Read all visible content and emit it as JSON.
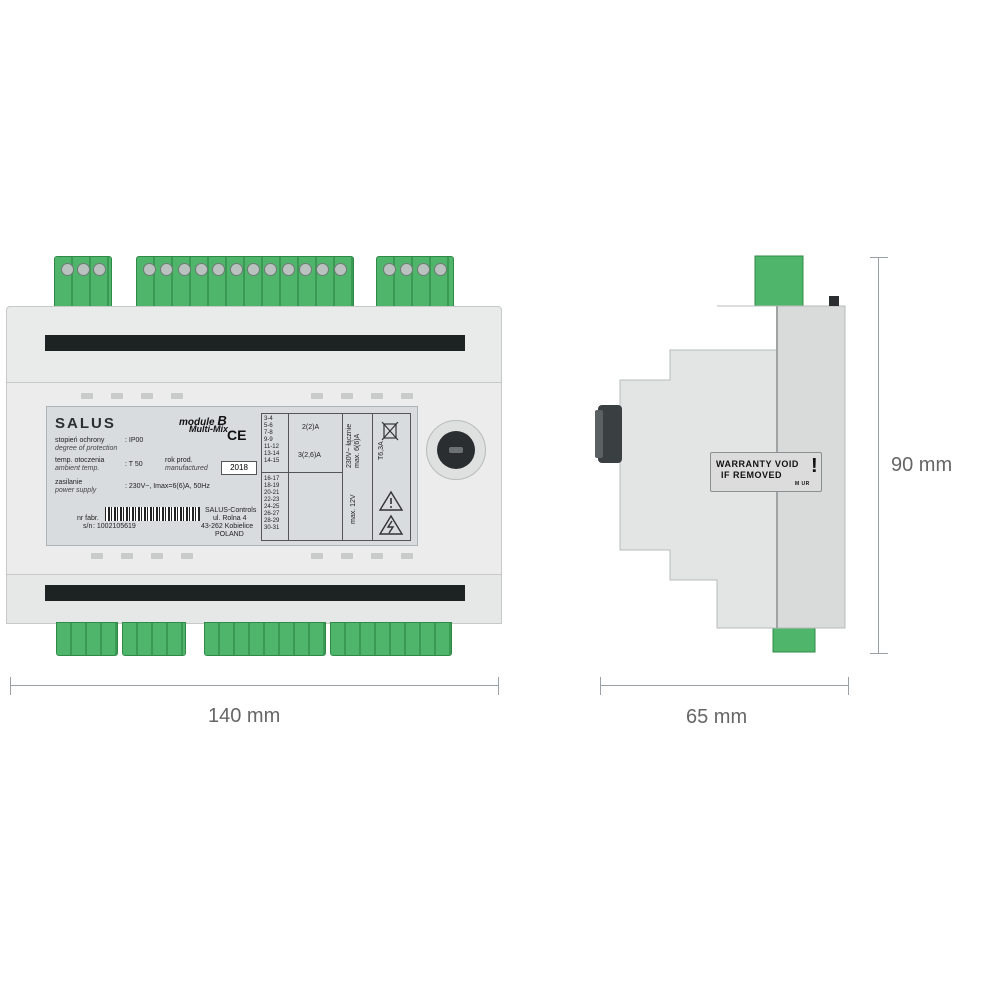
{
  "dimensions": {
    "width": "140 mm",
    "depth": "65 mm",
    "height": "90 mm"
  },
  "label": {
    "brand": "SALUS",
    "module_prefix": "module",
    "module_letter": "B",
    "model": "Multi-Mix",
    "ce_mark": "CE",
    "protection_pl": "stopień ochrony",
    "protection_en": "degree of protection",
    "protection_value": ": IP00",
    "ambient_pl": "temp. otoczenia",
    "ambient_en": "ambient temp.",
    "ambient_value": ": T 50",
    "year_pl": "rok prod.",
    "year_en": "manufactured",
    "year_value": "2018",
    "supply_pl": "zasilanie",
    "supply_en": "power supply",
    "supply_value": ": 230V~, Imax=6(6)A, 50Hz",
    "serial_label": "nr fabr.",
    "serial_label2": "s/n",
    "serial_value": ": 1002105619",
    "address_1": "SALUS-Controls",
    "address_2": "ul. Rolna 4",
    "address_3": "43-262 Kobielice",
    "address_4": "POLAND",
    "terminals_top": [
      "3-4",
      "5-6",
      "7-8",
      "9-9",
      "11-12",
      "13-14",
      "14-15"
    ],
    "terminals_bottom": [
      "16-17",
      "18-19",
      "20-21",
      "22-23",
      "24-25",
      "26-27",
      "28-29",
      "30-31"
    ],
    "current_1": "2(2)A",
    "current_2": "3(2,6)A",
    "voltage_rating": "230V~ łącznie max. 6(6)A",
    "voltage_low": "max. 12V",
    "fuse": "T6,3A"
  },
  "warranty_sticker": {
    "line1": "WARRANTY VOID",
    "line2": "IF REMOVED",
    "mark": "!",
    "small": "M UR"
  },
  "colors": {
    "terminal_green": "#4fb56a",
    "housing_grey": "#e9eaea",
    "dimension_line": "#9aa0a3"
  }
}
